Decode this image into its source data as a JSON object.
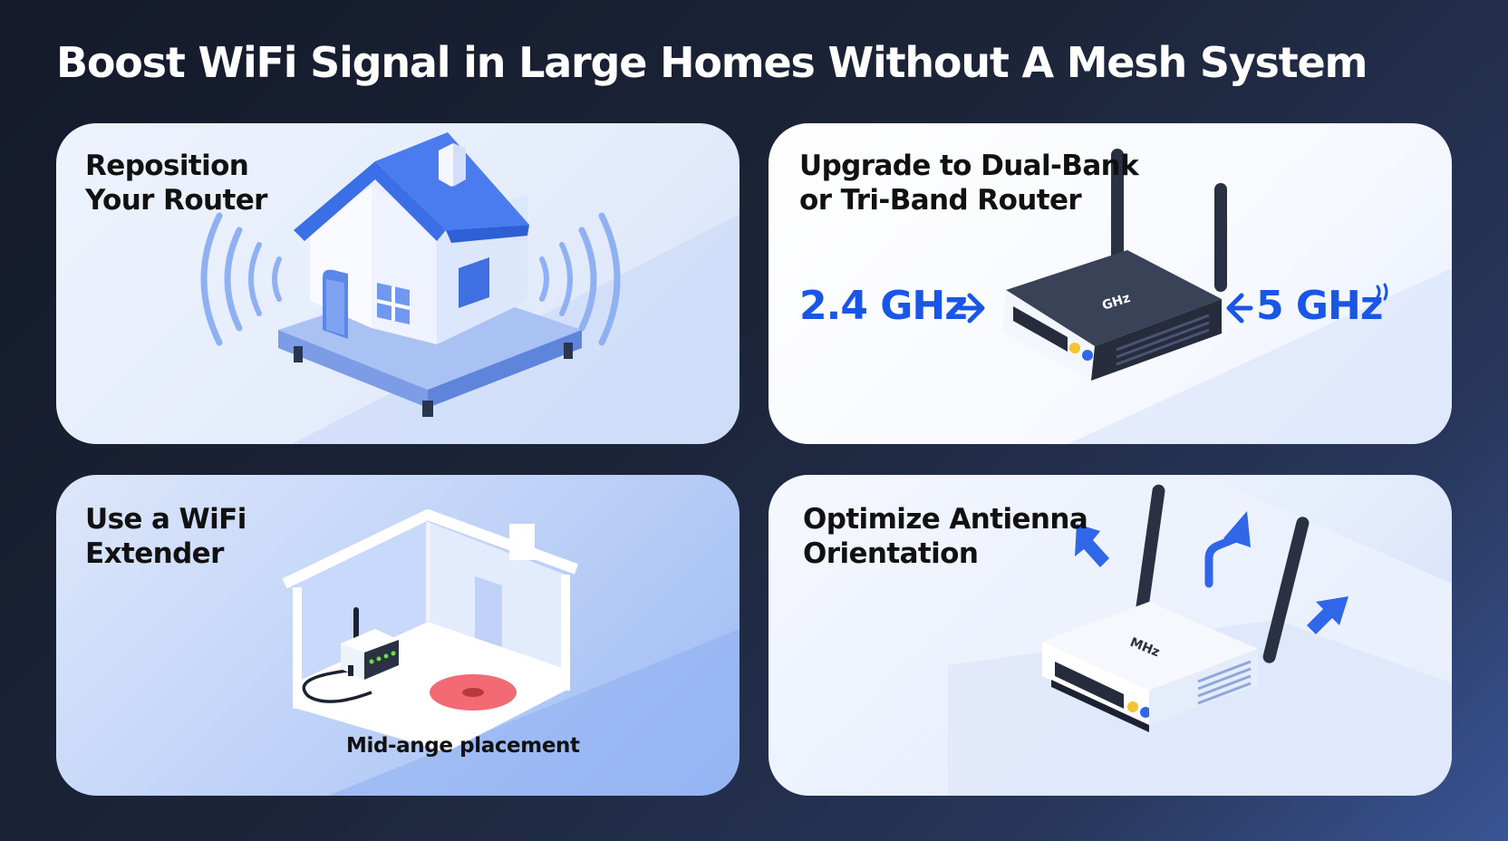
{
  "title": "Boost WiFi Signal in Large Homes Without A Mesh System",
  "cards": [
    {
      "heading": "Reposition\nYour Router",
      "icons": [
        "house-icon",
        "wifi-waves-icon"
      ]
    },
    {
      "heading": "Upgrade to Dual-Bank\nor Tri-Band Router",
      "left_freq": "2.4 GHz",
      "right_freq": "5 GHz",
      "device_label": "GHz",
      "icons": [
        "router-icon",
        "arrow-right-icon",
        "arrow-left-icon"
      ]
    },
    {
      "heading": "Use a WiFi\nExtender",
      "caption": "Mid-ange placement",
      "icons": [
        "house-outline-icon",
        "extender-icon",
        "placement-target-icon"
      ]
    },
    {
      "heading": "Optimize Antienna\nOrientation",
      "device_label": "MHz",
      "icons": [
        "router-icon",
        "arrow-up-left-icon",
        "arrow-up-icon",
        "arrow-up-right-icon"
      ]
    }
  ],
  "colors": {
    "accent": "#1a56e6",
    "house_blue": "#3b6fe8",
    "router_dark": "#2d3447"
  }
}
